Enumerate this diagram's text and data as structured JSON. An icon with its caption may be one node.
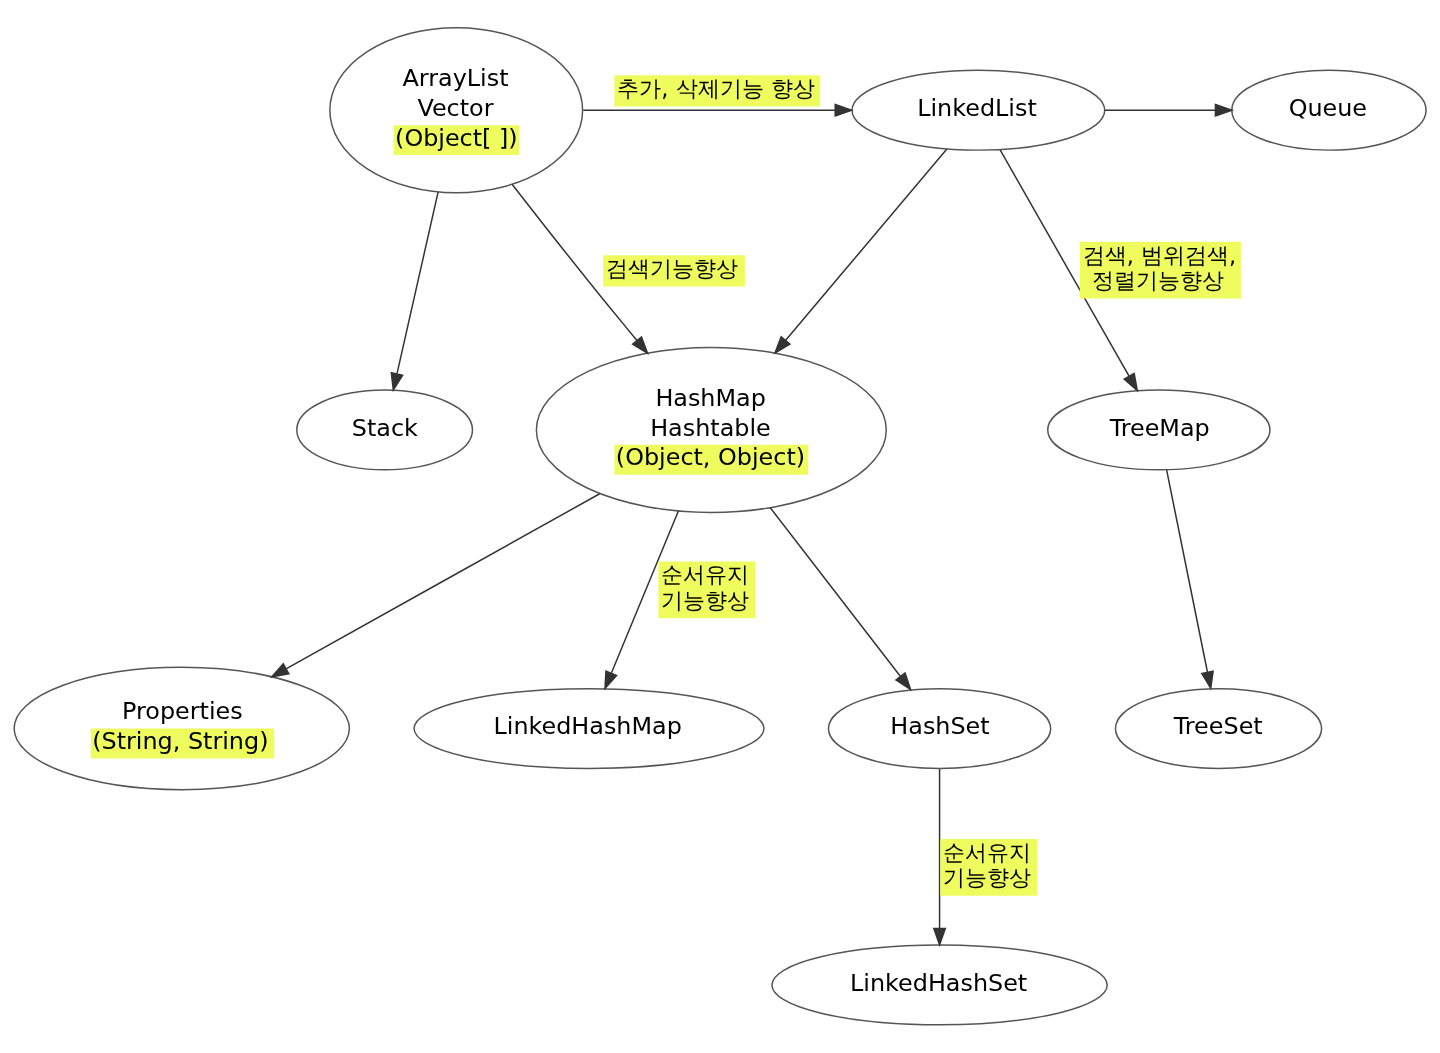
{
  "diagram": {
    "nodes": [
      {
        "text": [
          "ArrayList",
          "Vector",
          "(Object[ ])"
        ]
      },
      {
        "text": [
          "LinkedList"
        ]
      },
      {
        "text": [
          "Queue"
        ]
      },
      {
        "text": [
          "Stack"
        ]
      },
      {
        "text": [
          "HashMap",
          "Hashtable",
          "(Object, Object)"
        ]
      },
      {
        "text": [
          "TreeMap"
        ]
      },
      {
        "text": [
          "Properties",
          "(String, String)"
        ]
      },
      {
        "text": [
          "LinkedHashMap"
        ]
      },
      {
        "text": [
          "HashSet"
        ]
      },
      {
        "text": [
          "TreeSet"
        ]
      },
      {
        "text": [
          "LinkedHashSet"
        ]
      }
    ],
    "edges": [
      {
        "from": 0,
        "to": 1,
        "arrow": "to",
        "label": "추가, 삭제기능 향상"
      },
      {
        "from": 0,
        "to": 3,
        "arrow": "to"
      },
      {
        "from": 0,
        "to": 4,
        "arrow": "to",
        "label": "검색기능향상"
      },
      {
        "from": 1,
        "to": 2,
        "arrow": "to"
      },
      {
        "from": 1,
        "to": 4,
        "arrow": "to"
      },
      {
        "from": 1,
        "to": 5,
        "arrow": "to",
        "label": "검색, 범위검색, 정렬기능향상"
      },
      {
        "from": 4,
        "to": 6,
        "arrow": "to"
      },
      {
        "from": 4,
        "to": 7,
        "arrow": "to",
        "label": "순서유지 기능향상"
      },
      {
        "from": 4,
        "to": 8,
        "arrow": "to"
      },
      {
        "from": 5,
        "to": 9,
        "arrow": "to"
      },
      {
        "from": 8,
        "to": 10,
        "arrow": "to",
        "label": "순서유지 기능향상"
      }
    ]
  }
}
